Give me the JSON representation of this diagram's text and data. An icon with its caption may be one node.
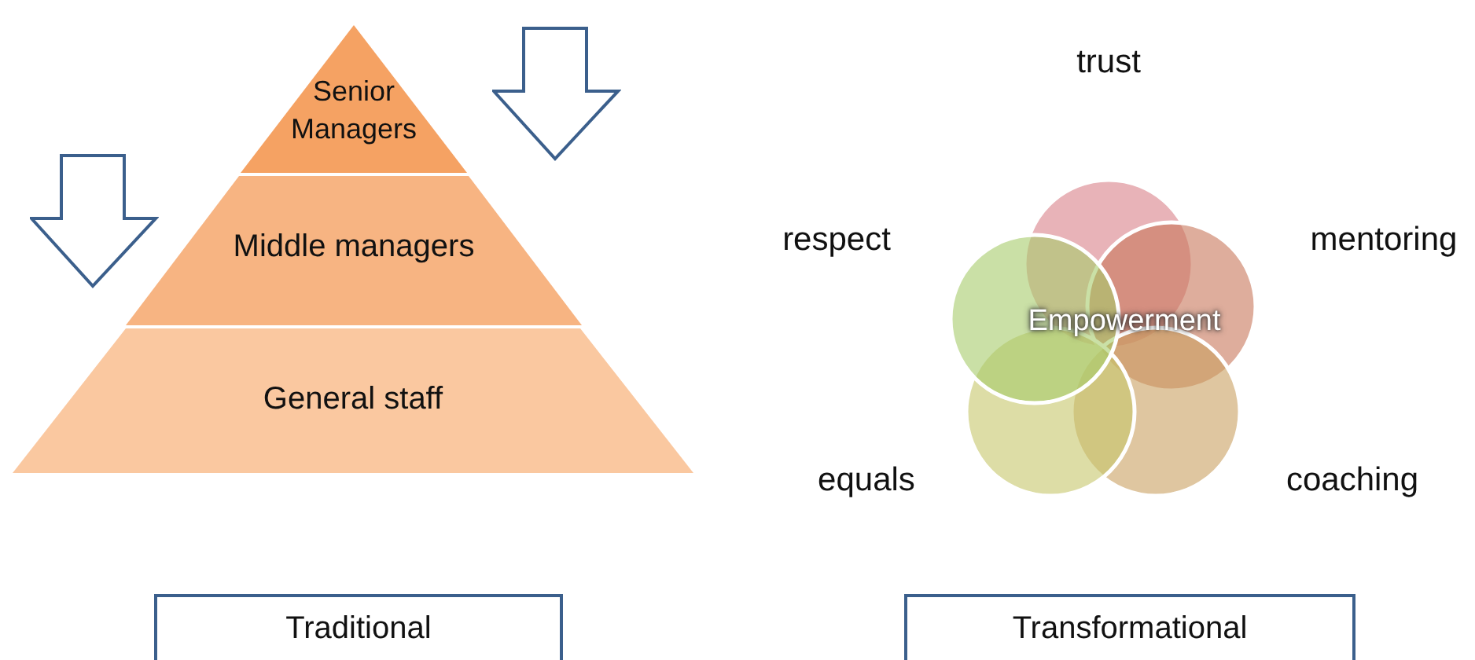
{
  "diagram": {
    "nodes": [
      {
        "text": [
          "Senior Managers"
        ]
      },
      {
        "text": [
          "Middle managers"
        ]
      },
      {
        "text": [
          "General staff"
        ]
      },
      {
        "text": [],
        "shape": "circle"
      },
      {
        "text": [],
        "shape": "circle"
      },
      {
        "text": [],
        "shape": "circle"
      },
      {
        "text": [],
        "shape": "circle"
      },
      {
        "text": [],
        "shape": "circle"
      },
      {
        "text": [
          "Traditional"
        ]
      },
      {
        "text": [
          "Transformational"
        ]
      }
    ],
    "labels": [
      "trust",
      "respect",
      "mentoring",
      "Empowerment",
      "equals",
      "coaching"
    ]
  }
}
